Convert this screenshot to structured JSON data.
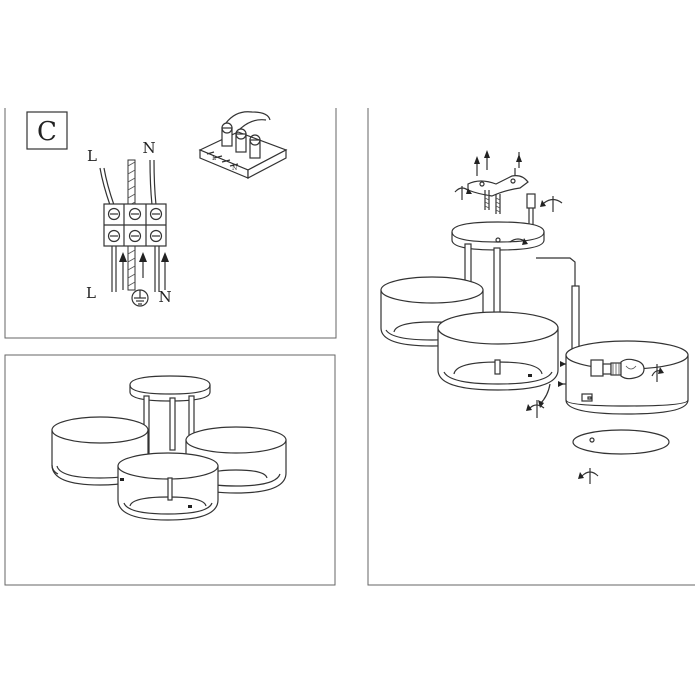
{
  "panel_c": {
    "badge": "C",
    "label_top_l": "L",
    "label_top_n": "N",
    "label_bottom_l": "L",
    "label_bottom_n": "N"
  },
  "icons": {
    "wiring": "terminal-block-icon",
    "rotate": "rotate-arrow-icon",
    "ground": "ground-symbol-icon"
  },
  "colors": {
    "line": "#333333",
    "frame": "#666666",
    "paper": "#ffffff"
  }
}
